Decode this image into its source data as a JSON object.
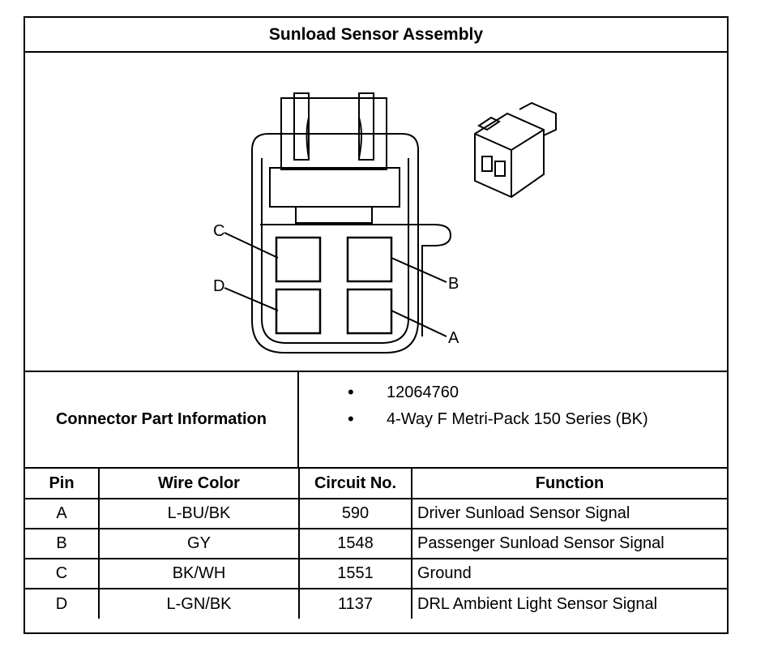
{
  "title": "Sunload Sensor Assembly",
  "drawing": {
    "pin_labels": {
      "a": "A",
      "b": "B",
      "c": "C",
      "d": "D"
    }
  },
  "connector_info": {
    "label": "Connector Part Information",
    "items": [
      "12064760",
      "4-Way F Metri-Pack 150 Series (BK)"
    ]
  },
  "pin_table": {
    "headers": [
      "Pin",
      "Wire Color",
      "Circuit No.",
      "Function"
    ],
    "rows": [
      [
        "A",
        "L-BU/BK",
        "590",
        "Driver Sunload Sensor Signal"
      ],
      [
        "B",
        "GY",
        "1548",
        "Passenger Sunload Sensor Signal"
      ],
      [
        "C",
        "BK/WH",
        "1551",
        "Ground"
      ],
      [
        "D",
        "L-GN/BK",
        "1137",
        "DRL Ambient Light Sensor Signal"
      ]
    ]
  }
}
